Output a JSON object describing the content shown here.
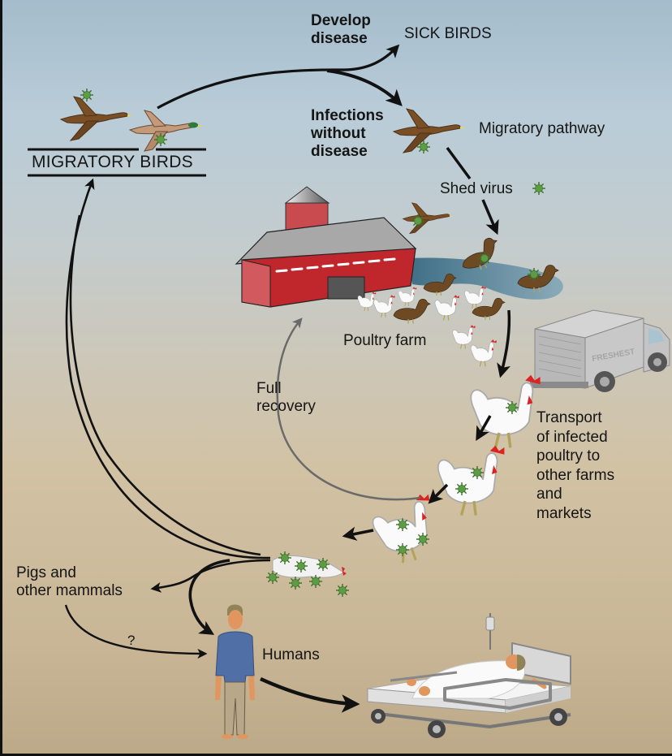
{
  "diagram": {
    "title": "Avian influenza transmission cycle",
    "colors": {
      "sky_top": "#a4bccb",
      "ground_bottom": "#bca988",
      "arrow": "#111111",
      "recovery_arrow": "#6a6a6a",
      "virus": "#4f8a3a",
      "barn_red": "#c0272d",
      "roof_gray": "#9a9a9a",
      "pond": "#4f7f96",
      "shirt": "#4f6fa6",
      "pants": "#b9a78a",
      "skin": "#e0965e",
      "goose_brown": "#7a4f25"
    },
    "labels": {
      "migratory_birds": "MIGRATORY BIRDS",
      "develop_disease": "Develop\ndisease",
      "sick_birds": "SICK BIRDS",
      "infections_without_disease": "Infections\nwithout\ndisease",
      "migratory_pathway": "Migratory pathway",
      "shed_virus": "Shed virus",
      "poultry_farm": "Poultry farm",
      "full_recovery": "Full\nrecovery",
      "transport": "Transport\nof infected\npoultry to\nother farms\nand\nmarkets",
      "pigs_mammals": "Pigs and\nother mammals",
      "question": "?",
      "humans": "Humans",
      "truck_brand": "FRESHEST"
    },
    "nodes": [
      {
        "id": "migratory-birds",
        "label": "MIGRATORY BIRDS"
      },
      {
        "id": "sick-birds",
        "label": "SICK BIRDS"
      },
      {
        "id": "infected-migrating-bird",
        "label": "Migratory pathway"
      },
      {
        "id": "poultry-farm",
        "label": "Poultry farm"
      },
      {
        "id": "infected-poultry",
        "label": "Transport of infected poultry to other farms and markets"
      },
      {
        "id": "dead-poultry",
        "label": ""
      },
      {
        "id": "pigs-mammals",
        "label": "Pigs and other mammals"
      },
      {
        "id": "humans",
        "label": "Humans"
      },
      {
        "id": "hospital-patient",
        "label": ""
      }
    ],
    "edges": [
      {
        "from": "migratory-birds",
        "to": "sick-birds",
        "label": "Develop disease"
      },
      {
        "from": "migratory-birds",
        "to": "infected-migrating-bird",
        "label": "Infections without disease"
      },
      {
        "from": "infected-migrating-bird",
        "to": "poultry-farm",
        "label": "Shed virus"
      },
      {
        "from": "poultry-farm",
        "to": "infected-poultry",
        "label": ""
      },
      {
        "from": "infected-poultry",
        "to": "poultry-farm",
        "label": "Full recovery"
      },
      {
        "from": "infected-poultry",
        "to": "dead-poultry",
        "label": ""
      },
      {
        "from": "dead-poultry",
        "to": "migratory-birds",
        "label": ""
      },
      {
        "from": "dead-poultry",
        "to": "pigs-mammals",
        "label": ""
      },
      {
        "from": "dead-poultry",
        "to": "humans",
        "label": ""
      },
      {
        "from": "pigs-mammals",
        "to": "humans",
        "label": "?"
      },
      {
        "from": "humans",
        "to": "hospital-patient",
        "label": ""
      }
    ]
  }
}
